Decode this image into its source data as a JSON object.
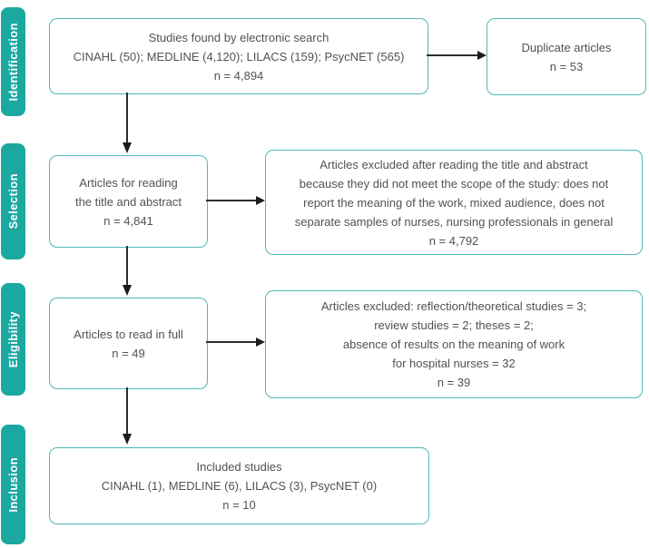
{
  "colors": {
    "stage_tab_fill": "#1BA8A0",
    "box_border": "#4DB9B6",
    "body_text": "#525252",
    "arrow": "#2E2E2E"
  },
  "stages": [
    {
      "label": "Identification"
    },
    {
      "label": "Selection"
    },
    {
      "label": "Eligibility"
    },
    {
      "label": "Inclusion"
    }
  ],
  "boxes": {
    "search": {
      "lines": [
        "Studies found by electronic search",
        "CINAHL (50); MEDLINE (4,120); LILACS (159); PsycNET (565)",
        "n = 4,894"
      ]
    },
    "duplicates": {
      "lines": [
        "Duplicate articles",
        "n = 53"
      ]
    },
    "title_abstract": {
      "lines": [
        "Articles for reading",
        "the title and abstract",
        "n = 4,841"
      ]
    },
    "excluded_title_abstract": {
      "lines": [
        "Articles excluded after reading the title and abstract",
        "because they did not meet the scope of the study: does not",
        "report the meaning of the work, mixed audience, does not",
        "separate samples of nurses, nursing professionals in general",
        "n = 4,792"
      ]
    },
    "full_text": {
      "lines": [
        "Articles to read in full",
        "n = 49"
      ]
    },
    "excluded_full_text": {
      "lines": [
        "Articles excluded: reflection/theoretical studies = 3;",
        "review studies = 2; theses = 2;",
        "absence of results on the meaning of work",
        "for hospital nurses = 32",
        "n = 39"
      ]
    },
    "included": {
      "lines": [
        "Included studies",
        "CINAHL (1), MEDLINE (6), LILACS (3), PsycNET (0)",
        "n = 10"
      ]
    }
  }
}
